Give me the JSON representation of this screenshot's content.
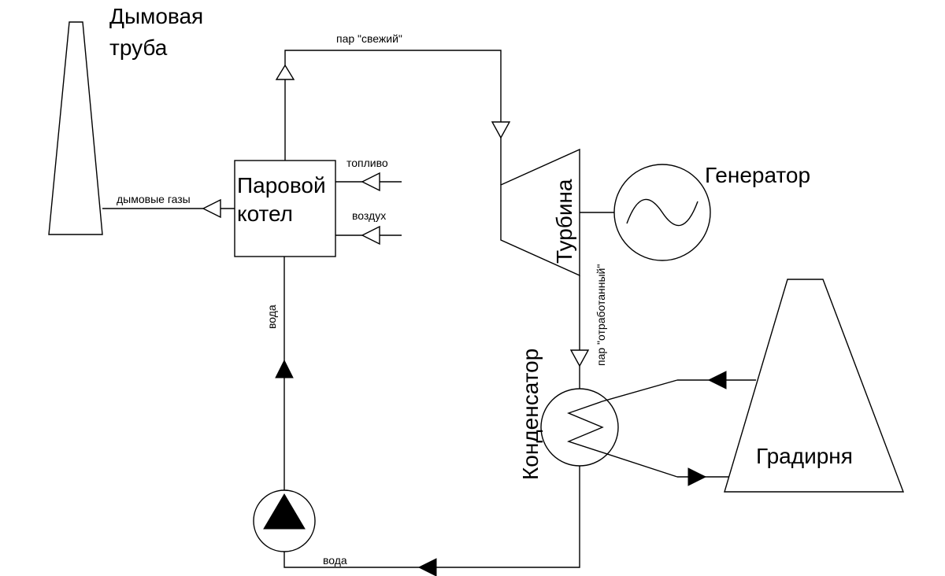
{
  "labels": {
    "chimney": [
      "Дымовая",
      "труба"
    ],
    "boiler": [
      "Паровой",
      "котел"
    ],
    "turbine": "Турбина",
    "generator": "Генератор",
    "condenser": "Конденсатор",
    "cooling_tower": "Градирня",
    "fresh_steam": "пар \"свежий\"",
    "exhaust_steam": "пар \"отработанный\"",
    "flue_gases": "дымовые газы",
    "fuel": "топливо",
    "air": "воздух",
    "water_vertical": "вода",
    "water_bottom": "вода"
  },
  "icons": {
    "open_arrow": "open-triangle-arrow-icon",
    "filled_arrow": "filled-triangle-arrow-icon",
    "pump": "pump-icon",
    "generator_symbol": "sine-wave-icon",
    "heat_exchanger": "zigzag-coil-icon"
  }
}
